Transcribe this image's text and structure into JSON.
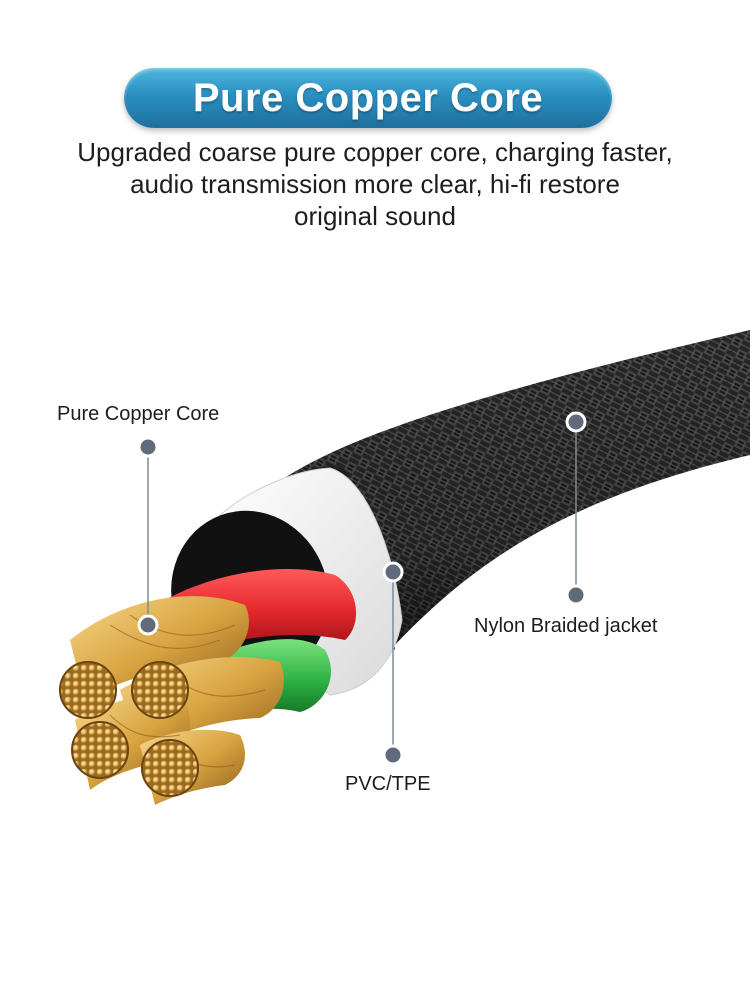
{
  "banner": {
    "title": "Pure Copper Core"
  },
  "description": {
    "lines": [
      "Upgraded coarse pure copper core, charging faster,",
      "audio transmission more clear, hi-fi restore",
      "original sound"
    ]
  },
  "callouts": {
    "copper_core": "Pure Copper Core",
    "jacket": "Nylon Braided jacket",
    "insulation": "PVC/TPE"
  },
  "colors": {
    "banner_top": "#4fb6de",
    "banner_bottom": "#1f6f9d",
    "copper": "#d9a441",
    "wire_red": "#e3262c",
    "wire_green": "#2fb344",
    "insulation": "#f2f2f2",
    "braid": "#2b2b2b"
  }
}
